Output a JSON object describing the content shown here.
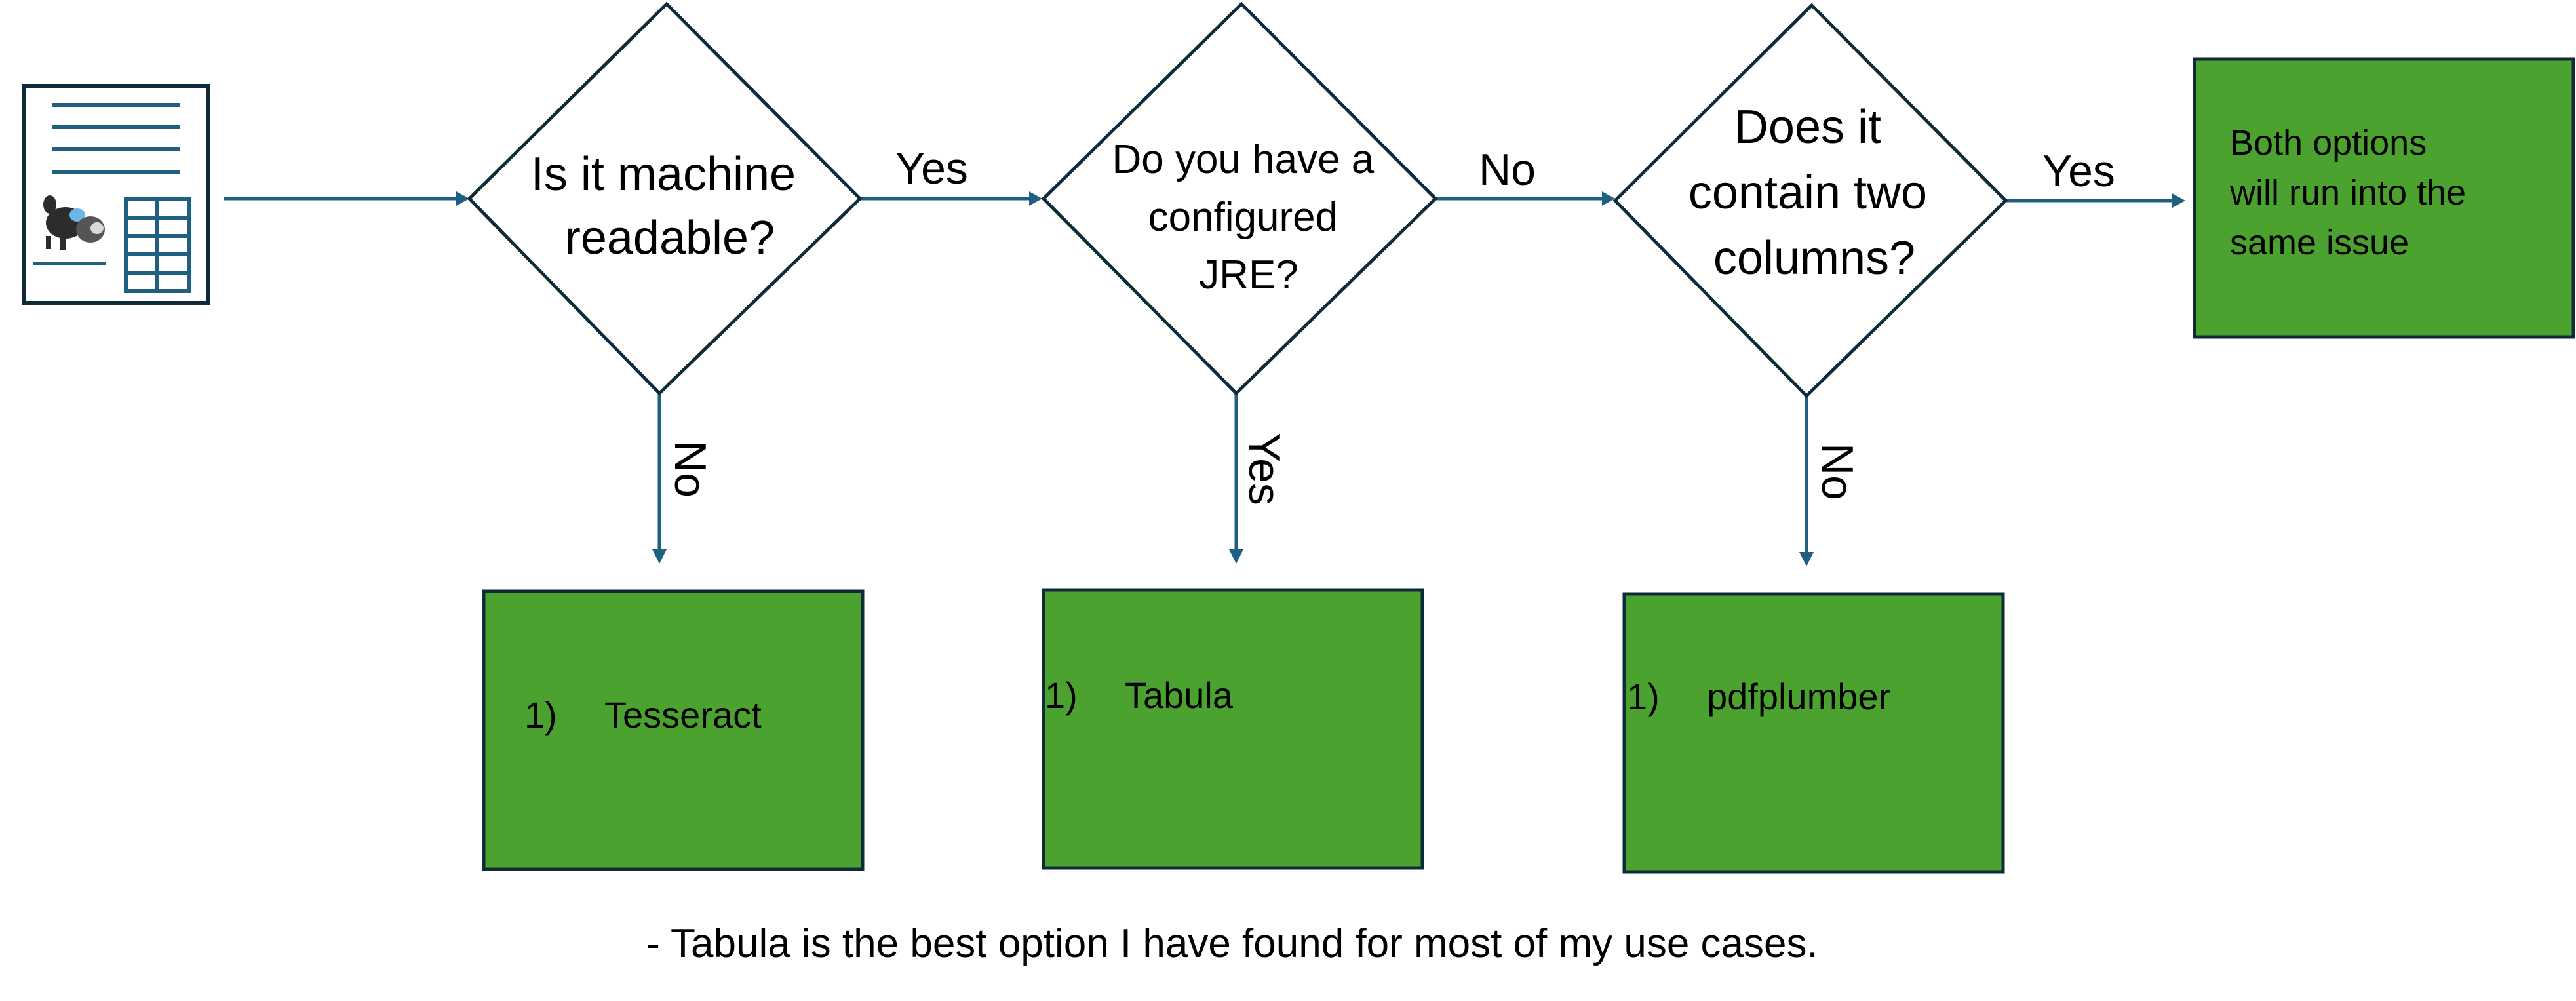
{
  "colors": {
    "edge": "#1f5f82",
    "outline": "#0f2b3a",
    "result_fill": "#4ca22f",
    "document_accent": "#1f5f82"
  },
  "icons": {
    "document": "document-with-text-and-table-icon"
  },
  "decisions": {
    "machine_readable": [
      "Is it machine",
      "readable?"
    ],
    "configured_jre": [
      "Do you have a",
      "configured",
      "JRE?"
    ],
    "two_columns": [
      "Does it",
      "contain two",
      "columns?"
    ]
  },
  "edges": {
    "machine_readable_yes": "Yes",
    "machine_readable_no": "No",
    "jre_no": "No",
    "jre_yes": "Yes",
    "two_columns_yes": "Yes",
    "two_columns_no": "No"
  },
  "results": {
    "tesseract": {
      "number": "1)",
      "label": "Tesseract"
    },
    "tabula": {
      "number": "1)",
      "label": "Tabula"
    },
    "pdfplumber": {
      "number": "1)",
      "label": "pdfplumber"
    },
    "both_options": [
      "Both options",
      "will run into the",
      "same issue"
    ]
  },
  "footnote": "- Tabula is the best option I have found for most of my use cases."
}
